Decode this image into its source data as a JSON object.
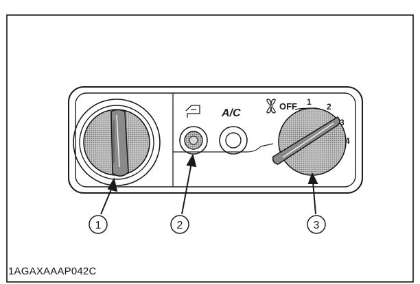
{
  "figure": {
    "code": "1AGAXAAAP042C",
    "panel": {
      "recirc_icon": "recirculation-icon",
      "ac_label": "A/C",
      "fan_icon": "fan-icon",
      "fan_off_label": "OFF",
      "fan_speeds": [
        "1",
        "2",
        "3",
        "4"
      ]
    },
    "callouts": [
      "1",
      "2",
      "3"
    ]
  },
  "colors": {
    "line": "#1a1a1a",
    "knob_fill": "#9a9a9a",
    "background": "#ffffff"
  }
}
